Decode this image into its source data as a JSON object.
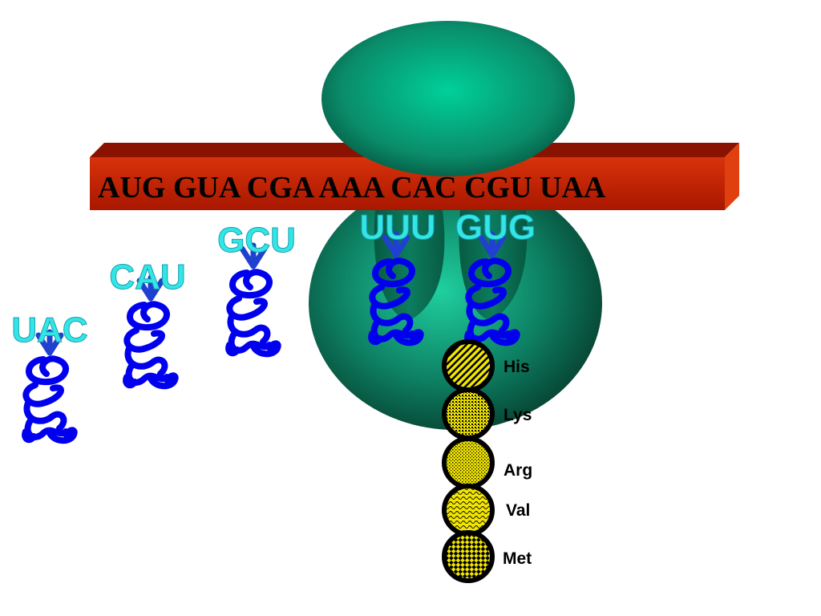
{
  "mrna": {
    "sequence": "AUG GUA CGA AAA CAC CGU UAA",
    "bar_color": "#c41f00",
    "text_color": "#000000"
  },
  "ribosome": {
    "color": "#0f8a6a",
    "highlight_color": "#19c49a"
  },
  "trna_color": "#0000ee",
  "anticodon_color": "#33e6e6",
  "trnas": [
    {
      "anticodon": "UAC"
    },
    {
      "anticodon": "CAU"
    },
    {
      "anticodon": "GCU"
    },
    {
      "anticodon": "UUU"
    },
    {
      "anticodon": "GUG"
    }
  ],
  "amino_acids": [
    {
      "label": "His",
      "pattern": "diagonal-stripes"
    },
    {
      "label": "Lys",
      "pattern": "dense-dots"
    },
    {
      "label": "Arg",
      "pattern": "fine-dots"
    },
    {
      "label": "Val",
      "pattern": "wavy"
    },
    {
      "label": "Met",
      "pattern": "checkerboard"
    }
  ],
  "amino_acid_fill": "#f2e600"
}
